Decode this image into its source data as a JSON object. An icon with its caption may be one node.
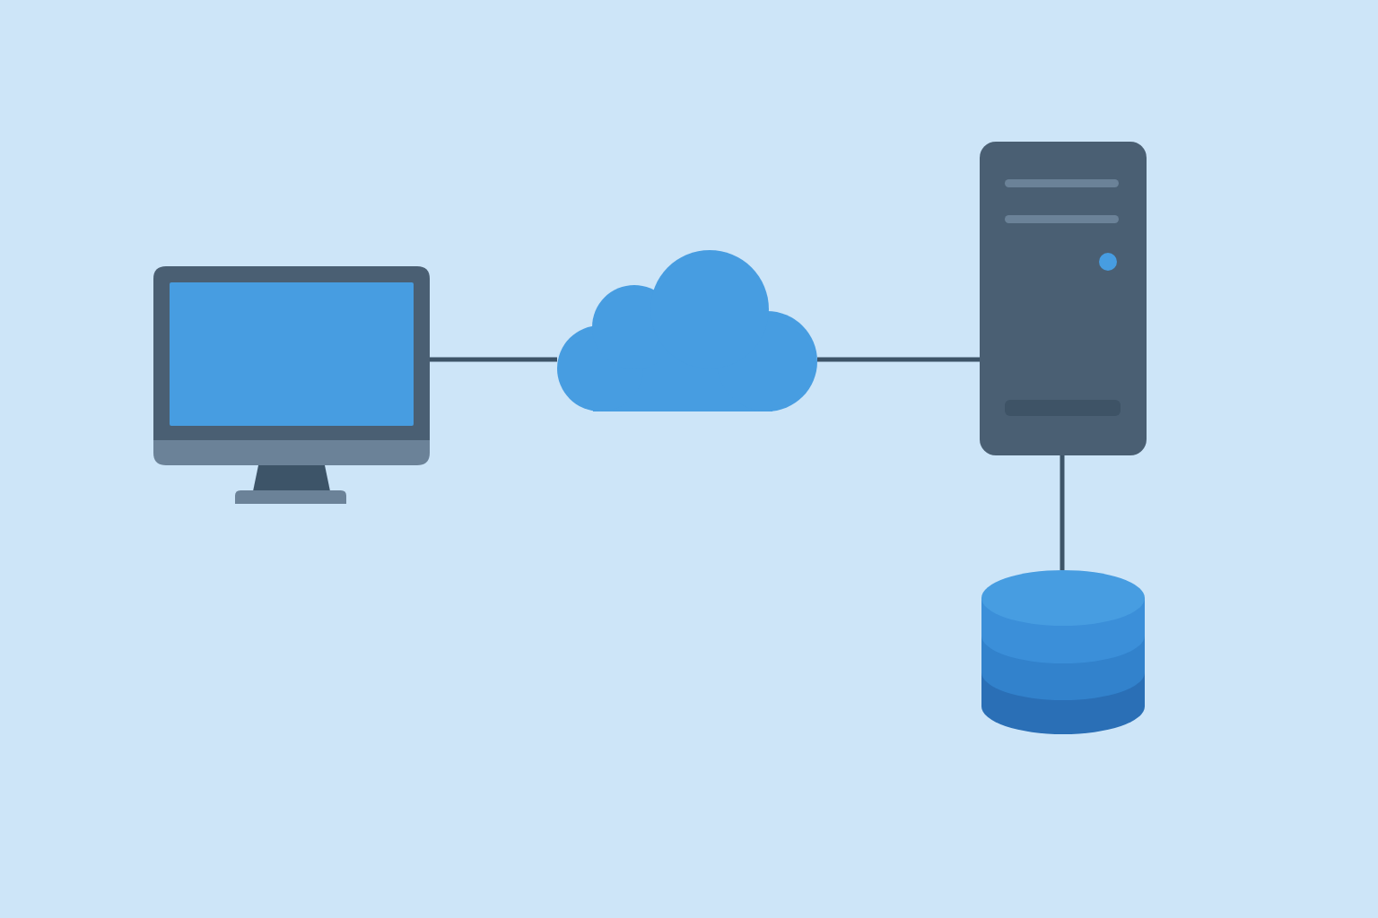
{
  "diagram": {
    "nodes": [
      {
        "text": [],
        "shape": "monitor"
      },
      {
        "text": [],
        "shape": "cloud"
      },
      {
        "text": [],
        "shape": "server"
      },
      {
        "text": [],
        "shape": "cylinder"
      }
    ],
    "edges": [
      {
        "from": 0,
        "to": 1,
        "arrow": "none"
      },
      {
        "from": 1,
        "to": 2,
        "arrow": "none"
      },
      {
        "from": 2,
        "to": 3,
        "arrow": "none"
      }
    ]
  }
}
